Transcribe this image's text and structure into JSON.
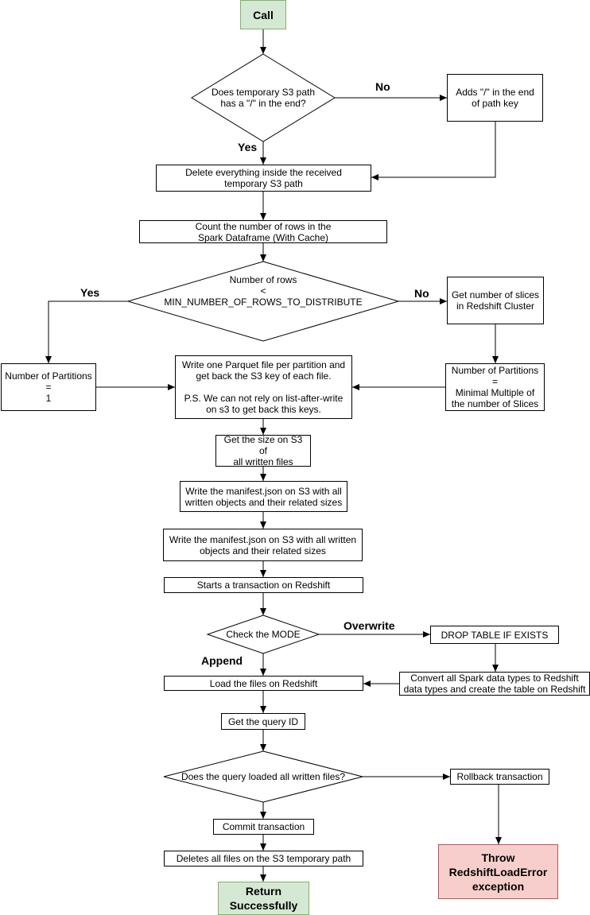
{
  "nodes": {
    "start": "Call",
    "check_slash": "Does temporary S3 path\nhas a \"/\" in the end?",
    "add_slash": "Adds \"/\" in the end\nof path key",
    "delete_path": "Delete everything inside the received\ntemporary S3 path",
    "count_rows": "Count the number of rows in the\nSpark Dataframe (With Cache)",
    "check_rows": "Number of rows\n<\nMIN_NUMBER_OF_ROWS_TO_DISTRIBUTE",
    "get_slices": "Get number of slices\nin Redshift Cluster",
    "partitions_one": "Number of Partitions\n=\n1",
    "partitions_multiple": "Number of Partitions\n=\nMinimal Multiple of\nthe number of Slices",
    "write_parquet": "Write one Parquet file per partition and\nget back the S3 key of each file.\n\nP.S. We can not rely on list-after-write\non s3 to get back this keys.",
    "get_size": "Get the size on S3 of\nall written files",
    "write_manifest_1": "Write the manifest.json on S3 with all\nwritten objects and their related sizes",
    "write_manifest_2": "Write the manifest.json on S3 with all written\nobjects and their related sizes",
    "start_transaction": "Starts a transaction on Redshift",
    "check_mode": "Check the MODE",
    "drop_table": "DROP TABLE IF EXISTS",
    "convert_types": "Convert all Spark data types to Redshift\ndata types and create the table on Redshift",
    "load_files": "Load the files on Redshift",
    "get_query_id": "Get the query ID",
    "check_loaded": "Does the query loaded all written files?",
    "rollback": "Rollback transaction",
    "throw_error": "Throw\nRedshiftLoadError\nexception",
    "commit": "Commit transaction",
    "delete_files": "Deletes all files on the S3 temporary path",
    "return": "Return\nSuccessfully"
  },
  "edge_labels": {
    "slash_no": "No",
    "slash_yes": "Yes",
    "rows_yes": "Yes",
    "rows_no": "No",
    "mode_overwrite": "Overwrite",
    "mode_append": "Append"
  },
  "colors": {
    "terminal_fill": "#d5e8d4",
    "terminal_stroke": "#82b366",
    "error_fill": "#f8cecc",
    "error_stroke": "#b85450"
  }
}
